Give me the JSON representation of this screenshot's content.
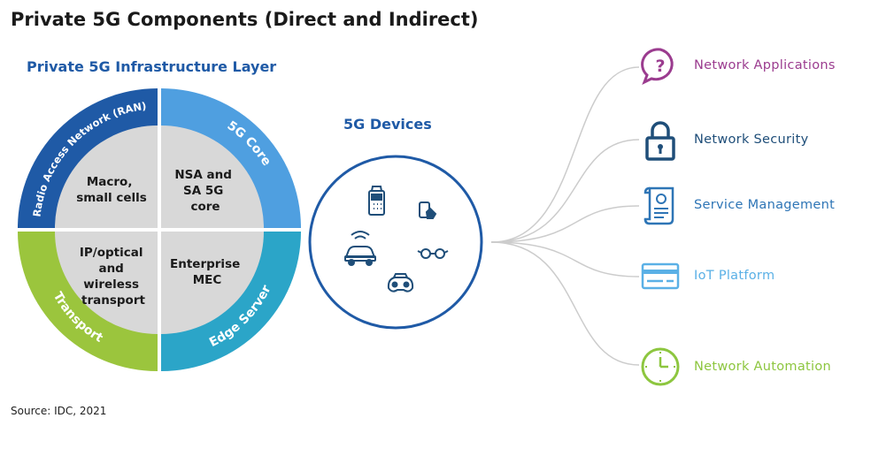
{
  "title": "Private 5G Components (Direct and Indirect)",
  "infrastructure": {
    "heading": "Private 5G Infrastructure Layer",
    "segments": [
      {
        "name": "Radio Access Network (RAN)",
        "inner": [
          "Macro,",
          "small cells"
        ],
        "color": "#1f5aa6"
      },
      {
        "name": "5G Core",
        "inner": [
          "NSA and",
          "SA 5G",
          "core"
        ],
        "color": "#4f9fe0"
      },
      {
        "name": "Transport",
        "inner": [
          "IP/optical",
          "and",
          "wireless",
          "transport"
        ],
        "color": "#9bc53d"
      },
      {
        "name": "Edge Server",
        "inner": [
          "Enterprise",
          "MEC"
        ],
        "color": "#2ba5c8"
      }
    ]
  },
  "devices": {
    "heading": "5G Devices",
    "icons": [
      "payment-terminal-icon",
      "smartphone-touch-icon",
      "connected-car-icon",
      "smart-glasses-icon",
      "vr-headset-icon"
    ]
  },
  "components": [
    {
      "label": "Network Applications",
      "icon": "question-bubble-icon",
      "color": "#9b3c8f"
    },
    {
      "label": "Network Security",
      "icon": "padlock-icon",
      "color": "#1f4e79"
    },
    {
      "label": "Service Management",
      "icon": "certificate-scroll-icon",
      "color": "#2e75b6"
    },
    {
      "label": "IoT Platform",
      "icon": "card-icon",
      "color": "#5ab0e6"
    },
    {
      "label": "Network Automation",
      "icon": "clock-icon",
      "color": "#8dc63f"
    }
  ],
  "source": "Source: IDC, 2021"
}
